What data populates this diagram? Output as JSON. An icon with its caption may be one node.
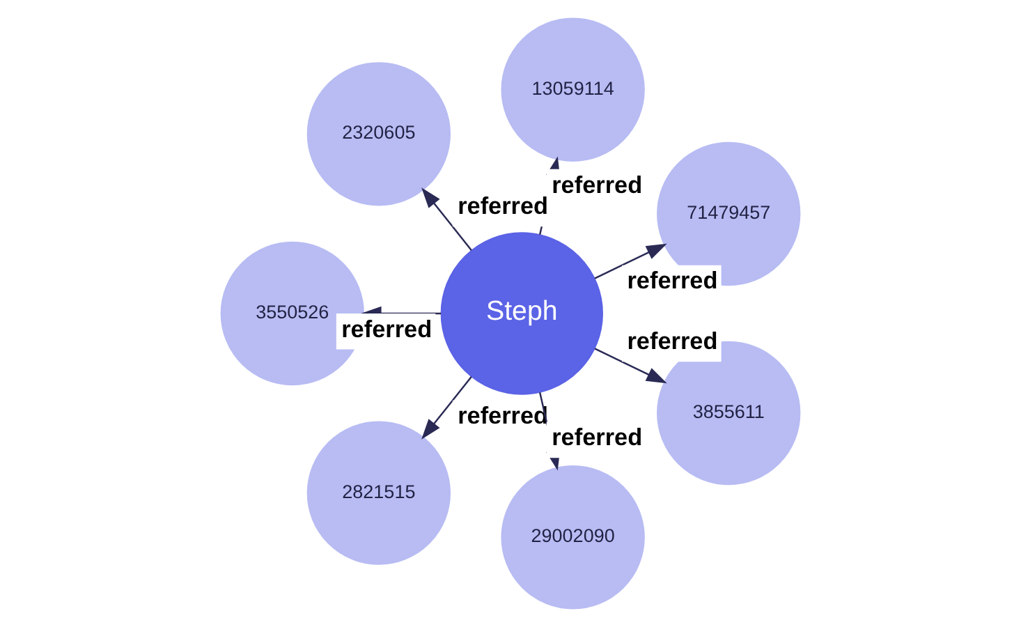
{
  "diagram": {
    "nodes": [
      {
        "text": [
          "71479457"
        ]
      },
      {
        "text": [
          "13059114"
        ]
      },
      {
        "text": [
          "2320605"
        ]
      },
      {
        "text": [
          "3550526"
        ]
      },
      {
        "text": [
          "2821515"
        ]
      },
      {
        "text": [
          "29002090"
        ]
      },
      {
        "text": [
          "Steph"
        ]
      },
      {
        "text": [
          "3855611"
        ]
      }
    ],
    "edges": [
      {
        "from": 6,
        "to": 7,
        "arrow": "to",
        "label": "referred"
      },
      {
        "from": 6,
        "to": 4,
        "arrow": "to",
        "label": "referred"
      },
      {
        "from": 6,
        "to": 1,
        "arrow": "to",
        "label": "referred"
      },
      {
        "from": 6,
        "to": 0,
        "arrow": "to",
        "label": "referred"
      },
      {
        "from": 6,
        "to": 2,
        "arrow": "to",
        "label": "referred"
      },
      {
        "from": 6,
        "to": 3,
        "arrow": "to",
        "label": "referred"
      },
      {
        "from": 6,
        "to": 5,
        "arrow": "to",
        "label": "referred"
      }
    ]
  }
}
